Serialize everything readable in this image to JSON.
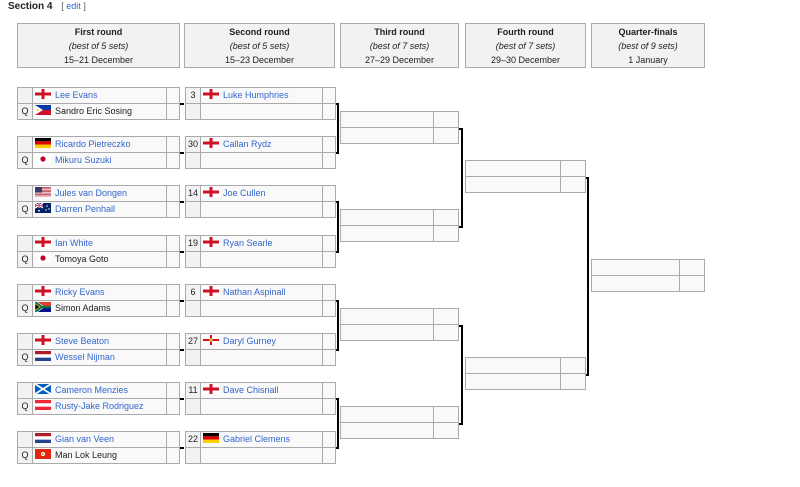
{
  "section": {
    "title": "Section 4",
    "edit_label": "edit",
    "lbr": "[",
    "rbr": "]"
  },
  "rounds": [
    {
      "title": "First round",
      "format": "(best of 5 sets)",
      "dates": "15–21 December"
    },
    {
      "title": "Second round",
      "format": "(best of 5 sets)",
      "dates": "15–23 December"
    },
    {
      "title": "Third round",
      "format": "(best of 7 sets)",
      "dates": "27–29 December"
    },
    {
      "title": "Fourth round",
      "format": "(best of 7 sets)",
      "dates": "29–30 December"
    },
    {
      "title": "Quarter-finals",
      "format": "(best of 9 sets)",
      "dates": "1 January"
    }
  ],
  "first_round": [
    {
      "top": {
        "seed": "",
        "name": "Lee Evans",
        "flag": "england",
        "link": true
      },
      "bottom": {
        "seed": "Q",
        "name": "Sandro Eric Sosing",
        "flag": "philippines",
        "link": false
      }
    },
    {
      "top": {
        "seed": "",
        "name": "Ricardo Pietreczko",
        "flag": "germany",
        "link": true
      },
      "bottom": {
        "seed": "Q",
        "name": "Mikuru Suzuki",
        "flag": "japan",
        "link": true
      }
    },
    {
      "top": {
        "seed": "",
        "name": "Jules van Dongen",
        "flag": "usa",
        "link": true
      },
      "bottom": {
        "seed": "Q",
        "name": "Darren Penhall",
        "flag": "australia",
        "link": true
      }
    },
    {
      "top": {
        "seed": "",
        "name": "Ian White",
        "flag": "england",
        "link": true
      },
      "bottom": {
        "seed": "Q",
        "name": "Tomoya Goto",
        "flag": "japan",
        "link": false
      }
    },
    {
      "top": {
        "seed": "",
        "name": "Ricky Evans",
        "flag": "england",
        "link": true
      },
      "bottom": {
        "seed": "Q",
        "name": "Simon Adams",
        "flag": "southafrica",
        "link": false
      }
    },
    {
      "top": {
        "seed": "",
        "name": "Steve Beaton",
        "flag": "england",
        "link": true
      },
      "bottom": {
        "seed": "Q",
        "name": "Wessel Nijman",
        "flag": "netherlands",
        "link": true
      }
    },
    {
      "top": {
        "seed": "",
        "name": "Cameron Menzies",
        "flag": "scotland",
        "link": true
      },
      "bottom": {
        "seed": "Q",
        "name": "Rusty-Jake Rodriguez",
        "flag": "austria",
        "link": true
      }
    },
    {
      "top": {
        "seed": "",
        "name": "Gian van Veen",
        "flag": "netherlands",
        "link": true
      },
      "bottom": {
        "seed": "Q",
        "name": "Man Lok Leung",
        "flag": "hongkong",
        "link": false
      }
    }
  ],
  "second_round": [
    {
      "seed": "3",
      "name": "Luke Humphries",
      "flag": "england"
    },
    {
      "seed": "30",
      "name": "Callan Rydz",
      "flag": "england"
    },
    {
      "seed": "14",
      "name": "Joe Cullen",
      "flag": "england"
    },
    {
      "seed": "19",
      "name": "Ryan Searle",
      "flag": "england"
    },
    {
      "seed": "6",
      "name": "Nathan Aspinall",
      "flag": "england"
    },
    {
      "seed": "27",
      "name": "Daryl Gurney",
      "flag": "northernireland"
    },
    {
      "seed": "11",
      "name": "Dave Chisnall",
      "flag": "england"
    },
    {
      "seed": "22",
      "name": "Gabriel Clemens",
      "flag": "germany"
    }
  ]
}
